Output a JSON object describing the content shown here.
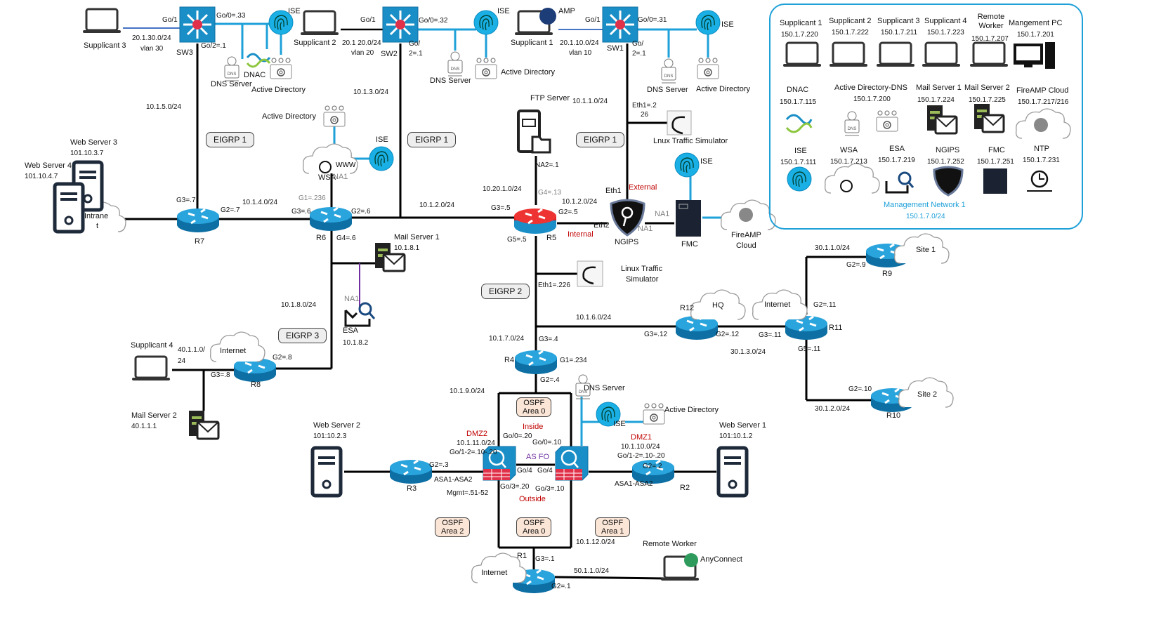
{
  "colors": {
    "link": "#000000",
    "mgmt_link": "#1ea0d8",
    "access_link": "#4472c4",
    "esa_link": "#7030a0",
    "router": "#1a8fc7",
    "router_r5": "#e0242c",
    "zone_label": "#c00000",
    "failover_label": "#7030a0",
    "mgmt_box": "#1ea0d8",
    "ospf_tag": "#fbe5d6",
    "eigrp_tag": "#eeeeee"
  },
  "switches": {
    "sw3": {
      "name": "SW3",
      "g01": "Go/1",
      "g00": "Go/0=.33",
      "g02": "Go/2=.1",
      "subnet": "20.1.30.0/24",
      "vlan": "vlan 30",
      "supplicant": "Supplicant 3",
      "uplink": "10.1.5.0/24"
    },
    "sw2": {
      "name": "SW2",
      "g01": "Go/1",
      "g00": "Go/0=.32",
      "g02a": "Go/",
      "g02b": "2=.1",
      "subnet": "20.1 20.0/24",
      "vlan": "vlan 20",
      "supplicant": "Supplicant 2",
      "uplink": "10.1.3.0/24"
    },
    "sw1": {
      "name": "SW1",
      "g01": "Go/1",
      "g00": "Go/0=.31",
      "g02a": "Go/",
      "g02b": "2=.1",
      "subnet": "20.1.10.0/24",
      "vlan": "vlan 10",
      "supplicant": "Supplicant 1",
      "amp": "AMP",
      "uplink": "10.1.1.0/24"
    }
  },
  "services": {
    "ise": "ISE",
    "dns": "DNS Server",
    "dnac": "DNAC",
    "ad": "Active Directory",
    "ftp": "FTP Server",
    "wsa": "WSA",
    "esa": "ESA",
    "esa_ip": "10.1.8.2",
    "na1": "NA1",
    "na2": "NA2=.1",
    "lts_top": "Lnux Traffic Simulator",
    "lts_eth": "Eth1=.2",
    "lts_eth2": "26",
    "lts_mid": [
      "Linux Traffic",
      "Simulator"
    ],
    "lts_mid_eth": "Eth1=.226",
    "ngips": "NGIPS",
    "fmc": "FMC",
    "fireamp": [
      "FireAMP",
      "Cloud"
    ],
    "external": "External",
    "internal": "Internal",
    "eth1": "Eth1",
    "eth2": "Eth2"
  },
  "eigrp": [
    "EIGRP 1",
    "EIGRP 1",
    "EIGRP 1",
    "EIGRP 2",
    "EIGRP 3"
  ],
  "ospf": [
    {
      "l1": "OSPF",
      "l2": "Area 0"
    },
    {
      "l1": "OSPF",
      "l2": "Area 2"
    },
    {
      "l1": "OSPF",
      "l2": "Area 0"
    },
    {
      "l1": "OSPF",
      "l2": "Area 1"
    }
  ],
  "routers": {
    "r7": {
      "name": "R7",
      "g3": "G3=.7",
      "g2": "G2=.7",
      "net": "10.1.4.0/24"
    },
    "r6": {
      "name": "R6",
      "g3": "G3=.6",
      "g2": "G2=.6",
      "g1": "G1=.236",
      "g4": "G4=.6",
      "net": "10.1.2.0/24",
      "net8": "10.1.8.0/24"
    },
    "r5": {
      "name": "R5",
      "g3": "G3=.5",
      "g2": "G2=.5",
      "g4": "G4=.13",
      "g5": "G5=.5",
      "net20": "10.20.1.0/24",
      "net2": "10.1.2.0/24"
    },
    "r4": {
      "name": "R4",
      "g3": "G3=.4",
      "g1": "G1=.234",
      "g2": "G2=.4",
      "net7": "10.1.7.0/24",
      "net6": "10.1.6.0/24",
      "net9": "10.1.9.0/24"
    },
    "r12": {
      "name": "R12",
      "g3": "G3=.12",
      "g2": "G2=.12",
      "cloud": "HQ"
    },
    "r11": {
      "name": "R11",
      "g3": "G3=.11",
      "g2": "G2=.11",
      "g5": "G5=.11",
      "cloud": "Internet",
      "net3": "30.1.3.0/24"
    },
    "r9": {
      "name": "R9",
      "g2": "G2=.9",
      "cloud": "Site 1",
      "net": "30.1.1.0/24"
    },
    "r10": {
      "name": "R10",
      "g2": "G2=.10",
      "cloud": "Site 2",
      "net": "30.1.2.0/24"
    },
    "r8": {
      "name": "R8",
      "g3": "G3=.8",
      "g2": "G2=.8",
      "cloud": "Internet",
      "net_a": "40.1.1.0/",
      "net_b": "24"
    },
    "r3": {
      "name": "R3",
      "g2": "G2=.3"
    },
    "r2": {
      "name": "R2",
      "g2": "G2=.2"
    },
    "r1": {
      "name": "R1",
      "g3": "G3=.1",
      "g2": "G2=.1",
      "cloud": "Internet",
      "net12": "10.1.12.0/24",
      "net50": "50.1.1.0/24"
    }
  },
  "asa": {
    "inside": "Inside",
    "outside": "Outside",
    "asfo": "AS FO",
    "g00l": "Go/0=.20",
    "g00r": "Go/0=.10",
    "g04l": "Go/4",
    "g04r": "Go/4",
    "g03l": "Go/3=.20",
    "g03r": "Go/3=.10",
    "pair_l": "ASA1-ASA2",
    "pair_r": "ASA1-ASA2",
    "mgmt": "Mgmt=.51-52",
    "dmz2": "DMZ2",
    "dmz2_net": "10.1.11.0/24",
    "dmz2_if": "Go/1-2=.10-.20",
    "dmz1": "DMZ1",
    "dmz1_net": "10.1.10.0/24",
    "dmz1_if": "Go/1-2=.10-.20"
  },
  "hosts": {
    "ws3": {
      "name": "Web Server 3",
      "ip": "101.10.3.7"
    },
    "ws4": {
      "name": "Web Server 4",
      "ip": "101.10.4.7"
    },
    "intranet": [
      "Intrane",
      "t"
    ],
    "ms1": {
      "name": "Mail Server 1",
      "ip": "10.1.8.1"
    },
    "ms2": {
      "name": "Mail Server 2",
      "ip": "40.1.1.1"
    },
    "sup4": "Supplicant 4",
    "ws2": {
      "name": "Web Server 2",
      "ip": "101:10.2.3"
    },
    "ws1": {
      "name": "Web Server 1",
      "ip": "101:10.1.2"
    },
    "remote": "Remote Worker",
    "anyconnect": "AnyConnect"
  },
  "mgmt": {
    "title": "Management Network 1",
    "subnet": "150.1.7.0/24",
    "row1": [
      {
        "name": "Supplicant 1",
        "ip": "150.1.7.220"
      },
      {
        "name": "Supplicant 2",
        "ip": "150.1.7.222"
      },
      {
        "name": "Supplicant 3",
        "ip": "150.1.7.211"
      },
      {
        "name": "Supplicant 4",
        "ip": "150.1.7.223"
      },
      {
        "name": "Remote Worker",
        "ip": "150.1.7.207"
      },
      {
        "name": "Mangement PC",
        "ip": "150.1.7.201"
      }
    ],
    "row2": [
      {
        "name": "DNAC",
        "ip": "150.1.7.115"
      },
      {
        "name": "Active Directory-DNS",
        "ip": "150.1.7.200"
      },
      {
        "name": "Mail Server 1",
        "ip": "150.1.7.224"
      },
      {
        "name": "Mail Server 2",
        "ip": "150.1.7.225"
      },
      {
        "name": "FireAMP Cloud",
        "ip": "150.1.7.217/216"
      }
    ],
    "row3": [
      {
        "name": "ISE",
        "ip": "150.1.7.111"
      },
      {
        "name": "WSA",
        "ip": "150.1.7.213"
      },
      {
        "name": "ESA",
        "ip": "150.1.7.219"
      },
      {
        "name": "NGIPS",
        "ip": "150.1.7.252"
      },
      {
        "name": "FMC",
        "ip": "150.1.7.251"
      },
      {
        "name": "NTP",
        "ip": "150.1.7.231"
      }
    ]
  }
}
